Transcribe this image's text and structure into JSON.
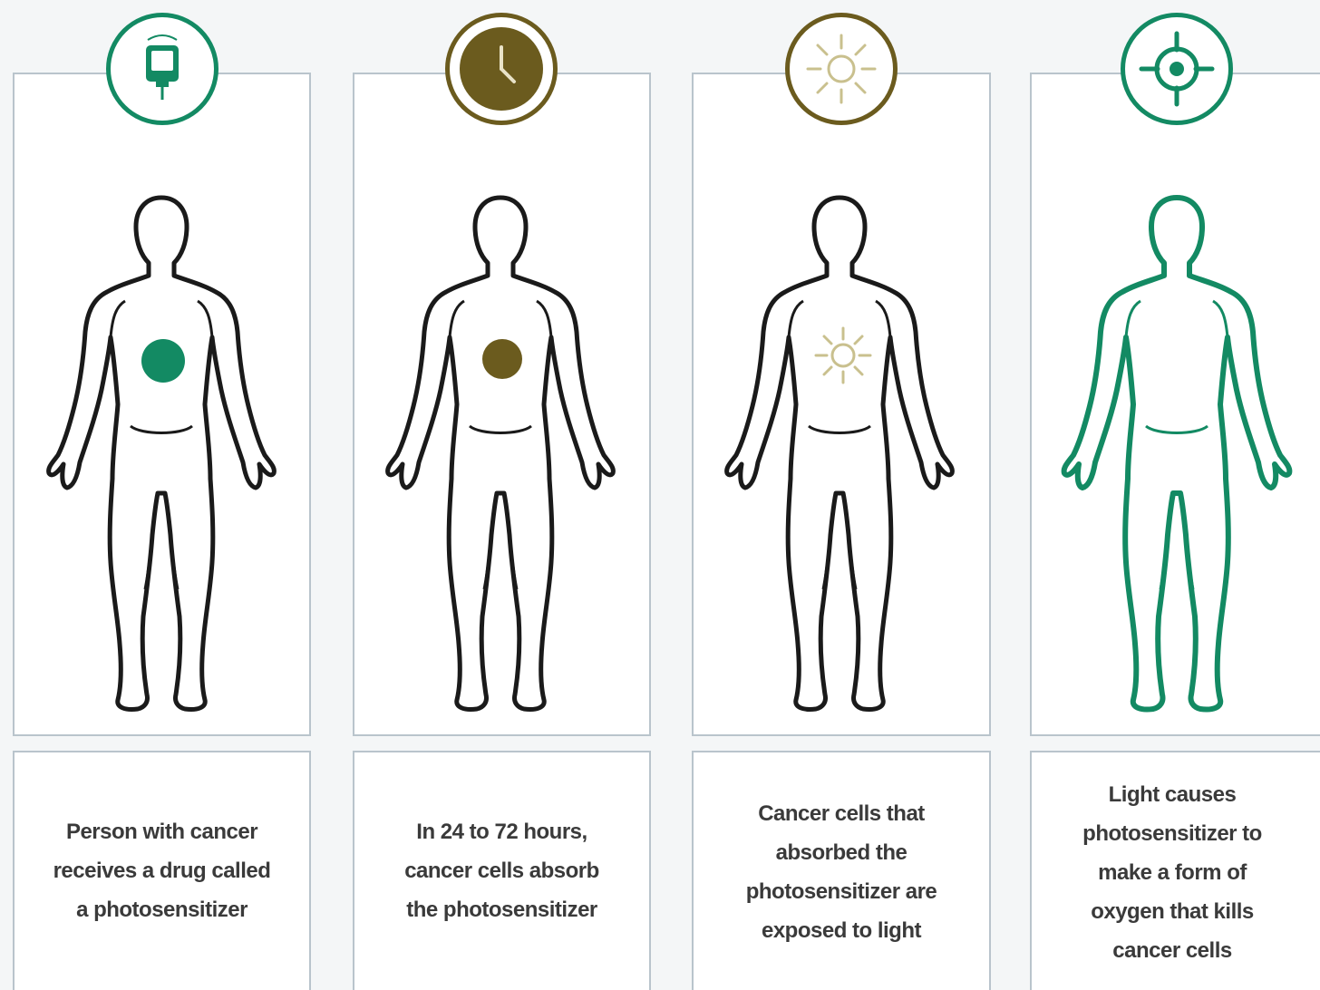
{
  "colors": {
    "green": "#138a63",
    "olive": "#6b5b1e",
    "sun": "#c9c08e",
    "border": "#b9c4cc",
    "text": "#3a3a3a"
  },
  "steps": [
    {
      "icon": "iv-drip-bag-icon",
      "accent": "green",
      "caption": [
        "Person with cancer",
        "receives a drug called",
        "a photosensitizer"
      ]
    },
    {
      "icon": "clock-icon",
      "accent": "olive",
      "caption": [
        "In 24 to 72 hours,",
        "cancer cells absorb",
        "the photosensitizer"
      ]
    },
    {
      "icon": "sun-light-icon",
      "accent": "olive",
      "caption": [
        "Cancer cells that",
        "absorbed the",
        "photosensitizer are",
        "exposed to light"
      ]
    },
    {
      "icon": "target-crosshair-icon",
      "accent": "green",
      "caption": [
        "Light causes",
        "photosensitizer to",
        "make a form of",
        "oxygen that kills",
        "cancer cells"
      ]
    }
  ]
}
